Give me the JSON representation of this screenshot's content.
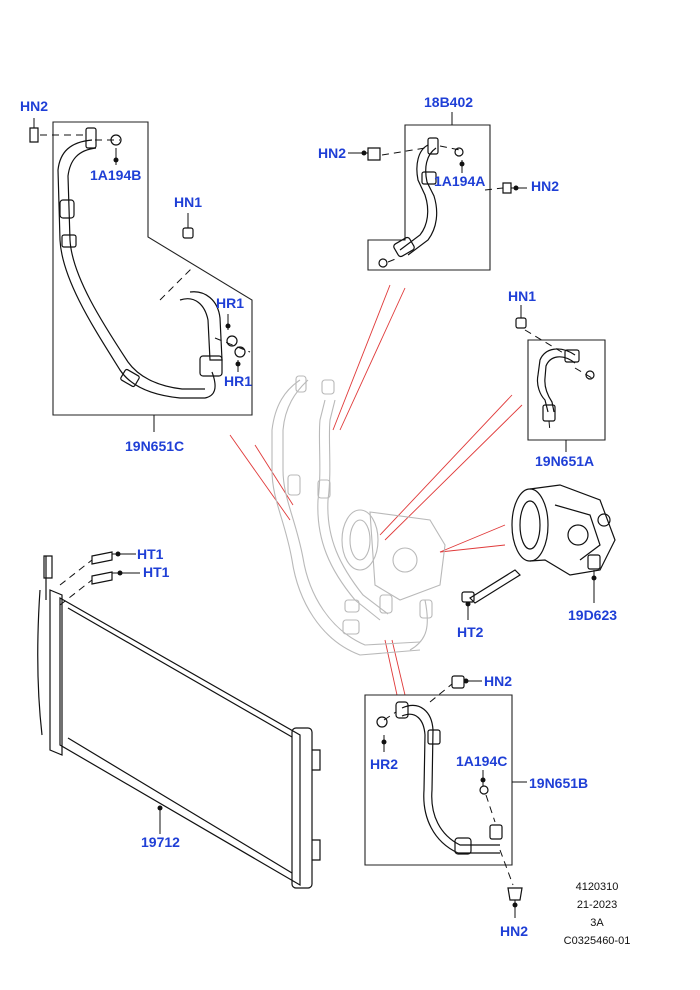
{
  "callouts": {
    "hn2_top_left": "HN2",
    "p_1a194b": "1A194B",
    "hn1_left": "HN1",
    "hr1_upper": "HR1",
    "hr1_lower": "HR1",
    "p_19n651c": "19N651C",
    "p_18b402": "18B402",
    "hn2_18b_left": "HN2",
    "p_1a194a": "1A194A",
    "hn2_18b_right": "HN2",
    "hn1_right": "HN1",
    "p_19n651a": "19N651A",
    "ht1_upper": "HT1",
    "ht1_lower": "HT1",
    "p_19d623": "19D623",
    "ht2": "HT2",
    "hn2_19b_top": "HN2",
    "hr2": "HR2",
    "p_1a194c": "1A194C",
    "p_19n651b": "19N651B",
    "p_19712": "19712",
    "hn2_bottom": "HN2"
  },
  "reference": {
    "line1": "4120310",
    "line2": "21-2023",
    "line3": "3A",
    "line4": "C0325460-01"
  },
  "colors": {
    "callout_text": "#1f3fd6",
    "leader_lines": "#e03a3a",
    "line_art": "#111111",
    "ghost_art": "#b9b9b9"
  }
}
